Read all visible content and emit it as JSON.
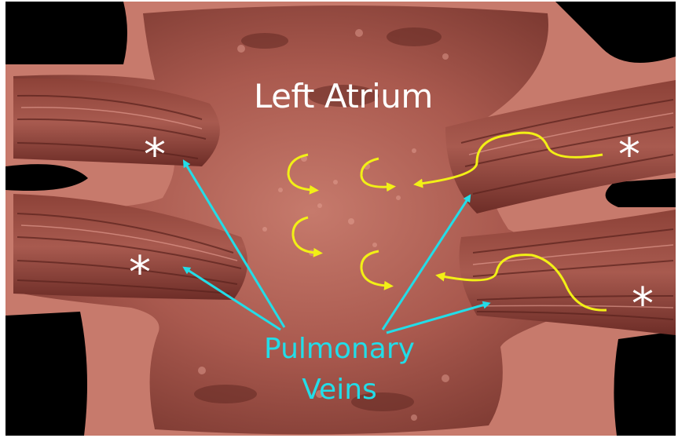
{
  "labels": {
    "title": "Left Atrium",
    "veins_line1": "Pulmonary",
    "veins_line2": "Veins",
    "star": "*"
  },
  "colors": {
    "tissue": "#b8685e",
    "tissue_dark": "#6e2f28",
    "highlight": "#f3b5a8",
    "background": "#000000",
    "vein_arrow": "#22dde8",
    "flow_arrow": "#f2f016",
    "text": "#ffffff"
  }
}
